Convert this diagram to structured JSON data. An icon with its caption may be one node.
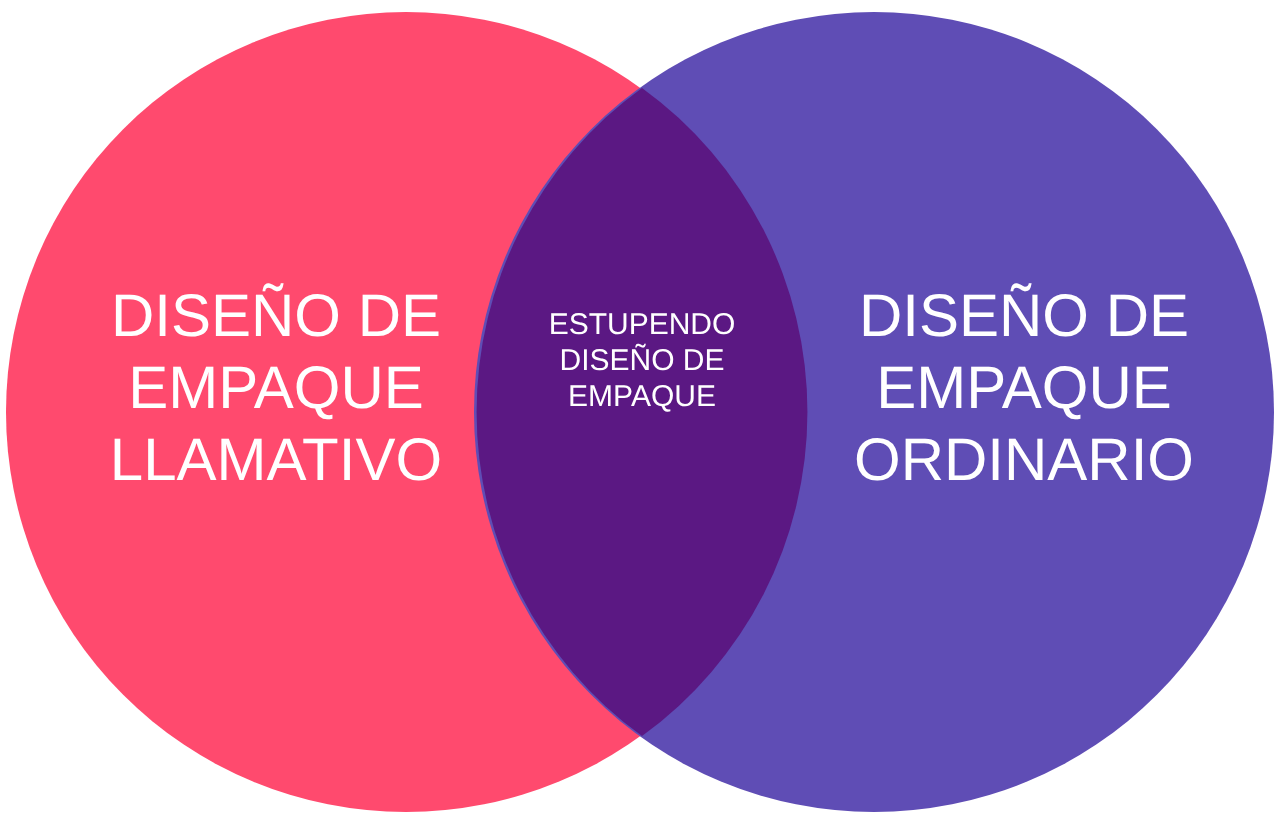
{
  "diagram": {
    "nodes": [
      {
        "text": [
          "DISEÑO DE EMPAQUE LLAMATIVO"
        ]
      },
      {
        "text": [
          "DISEÑO DE EMPAQUE ORDINARIO"
        ]
      },
      {
        "text": [
          "ESTUPENDO DISEÑO DE EMPAQUE"
        ]
      }
    ]
  }
}
